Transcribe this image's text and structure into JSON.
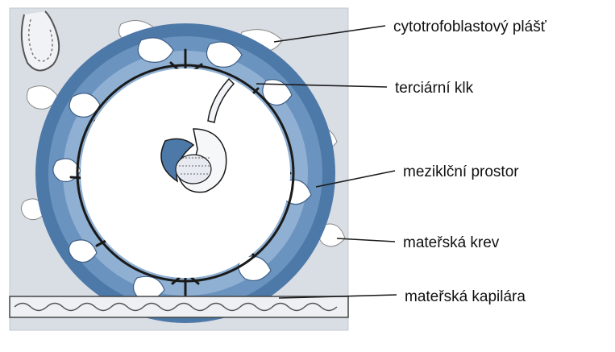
{
  "diagram": {
    "labels": [
      {
        "id": "cytotrofoblastovy-plast",
        "text": "cytotrofoblastový plášť"
      },
      {
        "id": "terciarni-klk",
        "text": "terciární klk"
      },
      {
        "id": "mezilkcni-prostor",
        "text": "meziklční prostor"
      },
      {
        "id": "materska-krev",
        "text": "mateřská krev"
      },
      {
        "id": "materska-kapilara",
        "text": "mateřská kapilára"
      }
    ],
    "colors": {
      "tissue_bg": "#d9dde4",
      "trophoblast_blue": "#4d79a8",
      "trophoblast_light": "#8fb0d2",
      "cavity": "#ffffff",
      "ink": "#1a1a1a"
    }
  }
}
